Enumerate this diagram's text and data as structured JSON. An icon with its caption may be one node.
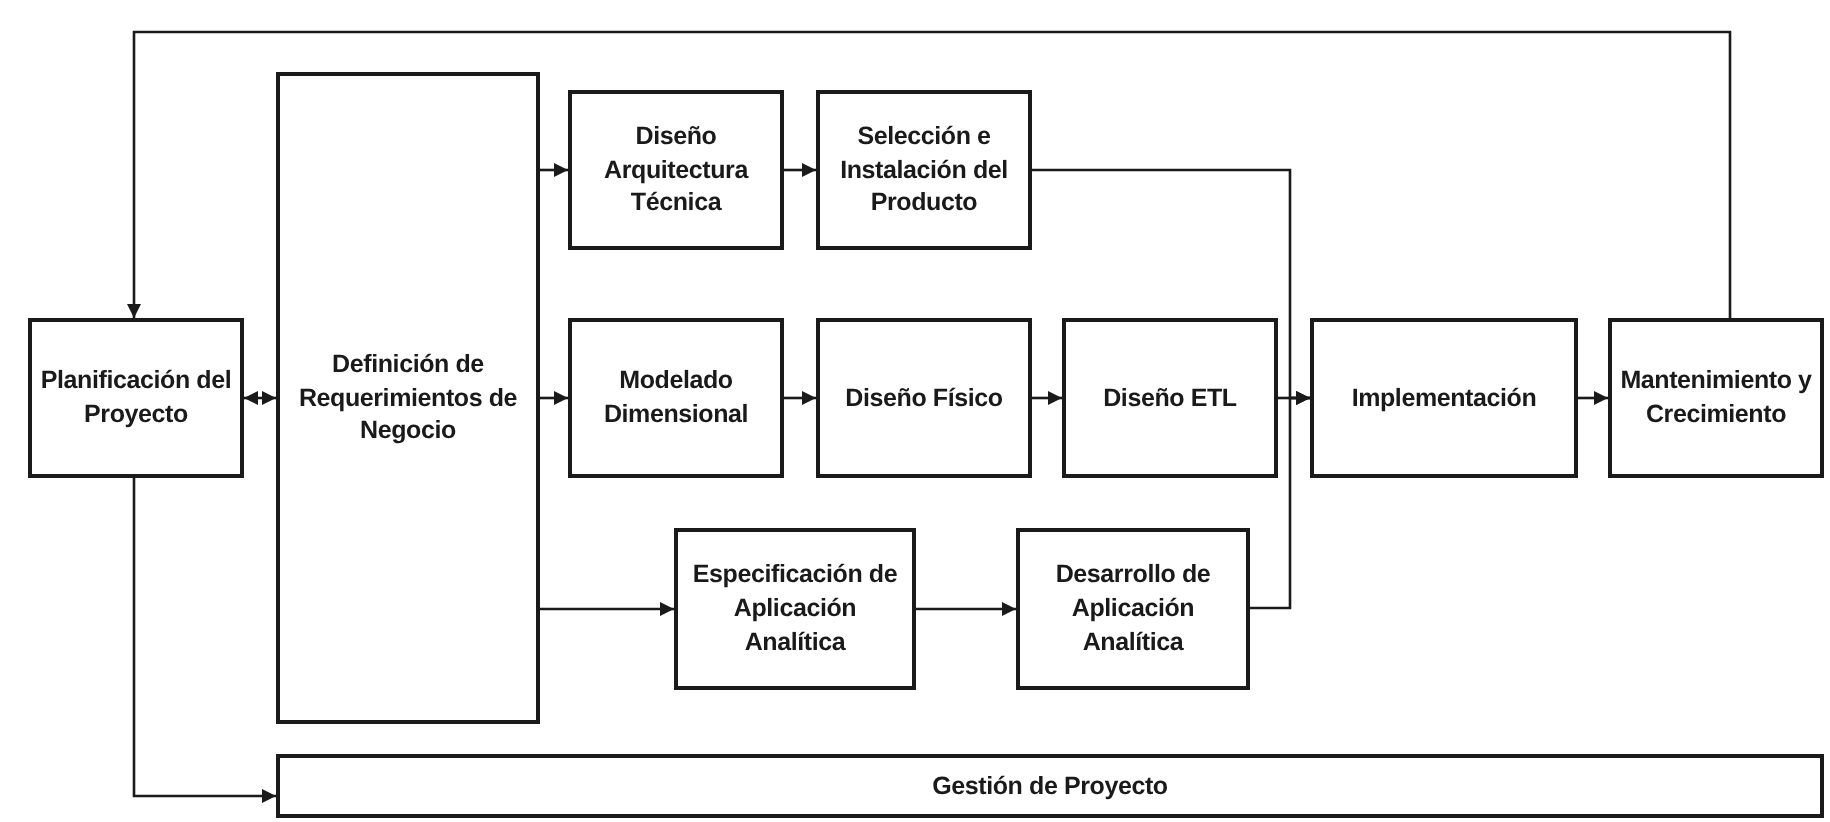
{
  "diagram": {
    "nodes": [
      {
        "text": [
          "Planificación del Proyecto"
        ]
      },
      {
        "text": [
          "Definición de Requerimientos de Negocio"
        ]
      },
      {
        "text": [
          "Diseño Arquitectura Técnica"
        ]
      },
      {
        "text": [
          "Selección e Instalación del Producto"
        ]
      },
      {
        "text": [
          "Modelado Dimensional"
        ]
      },
      {
        "text": [
          "Diseño Físico"
        ]
      },
      {
        "text": [
          "Diseño ETL"
        ]
      },
      {
        "text": [
          "Implementación"
        ]
      },
      {
        "text": [
          "Mantenimiento y Crecimiento"
        ]
      },
      {
        "text": [
          "Especificación de Aplicación Analítica"
        ]
      },
      {
        "text": [
          "Desarrollo de Aplicación Analítica"
        ]
      },
      {
        "text": [
          "Gestión de Proyecto"
        ]
      }
    ],
    "edges": [
      {
        "from": 0,
        "to": 1,
        "arrow": "both"
      },
      {
        "from": 1,
        "to": 2,
        "arrow": "to"
      },
      {
        "from": 1,
        "to": 4,
        "arrow": "to"
      },
      {
        "from": 1,
        "to": 9,
        "arrow": "to"
      },
      {
        "from": 2,
        "to": 3,
        "arrow": "to"
      },
      {
        "from": 4,
        "to": 5,
        "arrow": "to"
      },
      {
        "from": 5,
        "to": 6,
        "arrow": "to"
      },
      {
        "from": 6,
        "to": 7,
        "arrow": "to"
      },
      {
        "from": 3,
        "to": 7,
        "arrow": "to"
      },
      {
        "from": 9,
        "to": 10,
        "arrow": "to"
      },
      {
        "from": 10,
        "to": 7,
        "arrow": "to"
      },
      {
        "from": 7,
        "to": 8,
        "arrow": "to"
      },
      {
        "from": 8,
        "to": 0,
        "arrow": "to"
      },
      {
        "from": 0,
        "to": 11,
        "arrow": "to"
      }
    ]
  }
}
